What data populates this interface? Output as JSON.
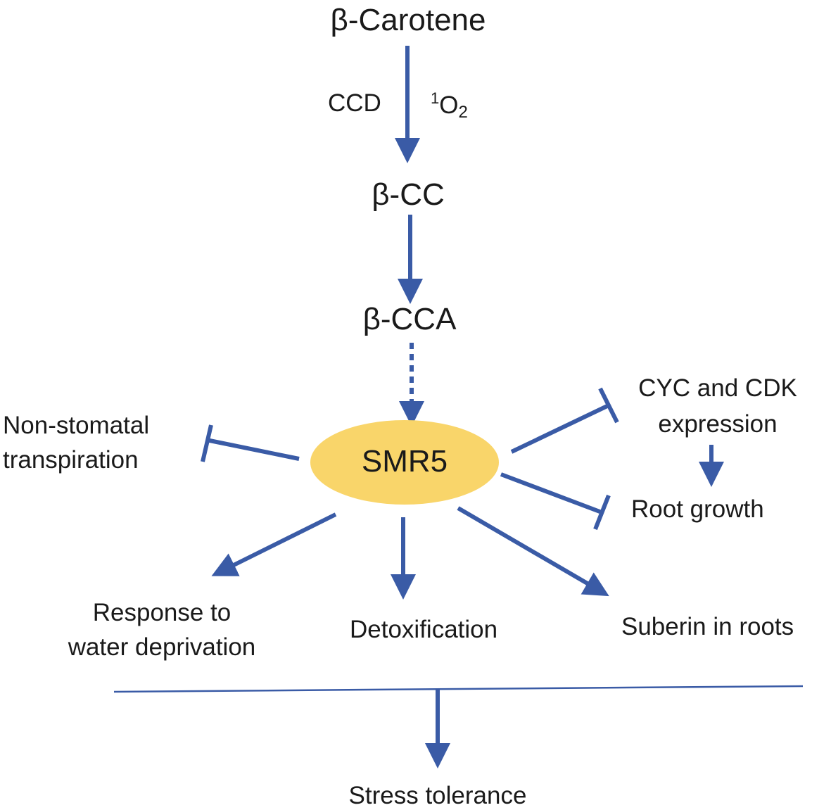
{
  "nodes": {
    "beta_carotene": "β-Carotene",
    "beta_cc": "β-CC",
    "beta_cca": "β-CCA",
    "smr5": "SMR5",
    "ccd": "CCD",
    "singlet_oxygen": {
      "sup": "1",
      "base": "O",
      "sub": "2"
    },
    "non_stomatal_1": "Non-stomatal",
    "non_stomatal_2": "transpiration",
    "cyc_cdk_1": "CYC and CDK",
    "cyc_cdk_2": "expression",
    "root_growth": "Root growth",
    "response_1": "Response to",
    "response_2": "water deprivation",
    "detox": "Detoxification",
    "suberin": "Suberin in roots",
    "stress": "Stress tolerance"
  },
  "colors": {
    "arrow": "#3a5ba6",
    "smr5_fill": "#f9d56a",
    "text": "#1a1a1a"
  }
}
